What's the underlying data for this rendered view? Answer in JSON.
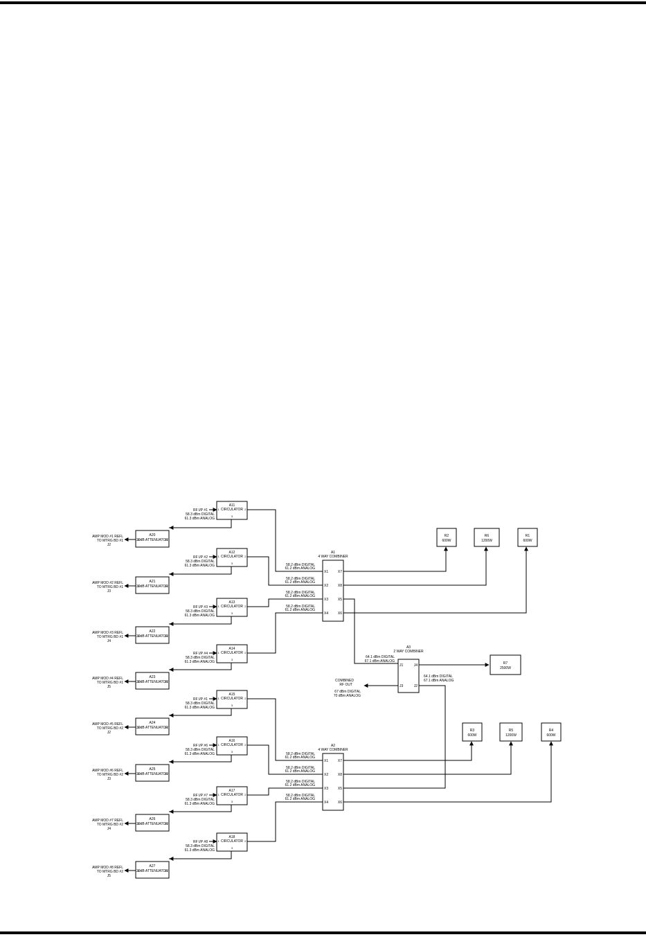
{
  "circulators": [
    {
      "ref": "A11",
      "name": "CIRCULATOR",
      "rf_label": "RF I/P #1",
      "digital": "58.3 dBm DIGITAL",
      "analog": "61.3 dBm ANALOG",
      "pin1": "1",
      "pin2": "2",
      "pin3": "3"
    },
    {
      "ref": "A12",
      "name": "CIRCULATOR",
      "rf_label": "RF I/P #2",
      "digital": "58.3 dBm DIGITAL",
      "analog": "61.3 dBm ANALOG",
      "pin1": "1",
      "pin2": "2",
      "pin3": "3"
    },
    {
      "ref": "A13",
      "name": "CIRCULATOR",
      "rf_label": "RF I/P #3",
      "digital": "58.3 dBm DIGITAL",
      "analog": "61.3 dBm ANALOG",
      "pin1": "1",
      "pin2": "2",
      "pin3": "3"
    },
    {
      "ref": "A14",
      "name": "CIRCULATOR",
      "rf_label": "RF I/P #4",
      "digital": "58.3 dBm DIGITAL",
      "analog": "61.3 dBm ANALOG",
      "pin1": "1",
      "pin2": "2",
      "pin3": "3"
    },
    {
      "ref": "A15",
      "name": "CIRCULATOR",
      "rf_label": "RF I/P #1",
      "digital": "58.3 dBm DIGITAL",
      "analog": "61.3 dBm ANALOG",
      "pin1": "1",
      "pin2": "2",
      "pin3": "3"
    },
    {
      "ref": "A16",
      "name": "CIRCULATOR",
      "rf_label": "RF I/P #6",
      "digital": "58.3 dBm DIGITAL",
      "analog": "61.3 dBm ANALOG",
      "pin1": "1",
      "pin2": "2",
      "pin3": "3"
    },
    {
      "ref": "A17",
      "name": "CIRCULATOR",
      "rf_label": "RF I/P #7",
      "digital": "58.3 dBm DIGITAL",
      "analog": "61.3 dBm ANALOG",
      "pin1": "1",
      "pin2": "2",
      "pin3": "3"
    },
    {
      "ref": "A18",
      "name": "CIRCULATOR",
      "rf_label": "RF I/P #8",
      "digital": "58.3 dBm DIGITAL",
      "analog": "61.3 dBm ANALOG",
      "pin1": "1",
      "pin2": "2",
      "pin3": "3"
    }
  ],
  "attenuators": [
    {
      "ref": "A20",
      "name": "30dB ATTENUATOR",
      "pin_in": "J2",
      "pin_out": "J1",
      "label1": "AMP MOD #1 REFL",
      "label2": "TO MTRG BD #1",
      "label3": "J2"
    },
    {
      "ref": "A21",
      "name": "30dB ATTENUATOR",
      "pin_in": "J2",
      "pin_out": "J1",
      "label1": "AMP MOD #2 REFL",
      "label2": "TO MTRG BD #1",
      "label3": "J3"
    },
    {
      "ref": "A22",
      "name": "30dB ATTENUATOR",
      "pin_in": "J2",
      "pin_out": "J1",
      "label1": "AMP MOD #3 REFL",
      "label2": "TO MTRG BD #1",
      "label3": "J4"
    },
    {
      "ref": "A23",
      "name": "30dB ATTENUATOR",
      "pin_in": "J2",
      "pin_out": "J1",
      "label1": "AMP MOD #4 REFL",
      "label2": "TO MTRG BD #1",
      "label3": "J5"
    },
    {
      "ref": "A24",
      "name": "30dB ATTENUATOR",
      "pin_in": "J2",
      "pin_out": "J1",
      "label1": "AMP MOD #5 REFL",
      "label2": "TO MTRG BD #2",
      "label3": "J2"
    },
    {
      "ref": "A25",
      "name": "30dB ATTENUATOR",
      "pin_in": "J2",
      "pin_out": "J1",
      "label1": "AMP MOD #6 REFL",
      "label2": "TO MTRG BD #2",
      "label3": "J3"
    },
    {
      "ref": "A26",
      "name": "30dB ATTENUATOR",
      "pin_in": "J2",
      "pin_out": "J1",
      "label1": "AMP MOD #7 REFL",
      "label2": "TO MTRG BD #2",
      "label3": "J4"
    },
    {
      "ref": "A27",
      "name": "30dB ATTENUATOR",
      "pin_in": "J2",
      "pin_out": "J1",
      "label1": "AMP MOD #8 REFL",
      "label2": "TO MTRG BD #2",
      "label3": "J5"
    }
  ],
  "combiners4": [
    {
      "ref": "A1",
      "name": "4 WAY COMBINER",
      "inputs": [
        "X1",
        "X2",
        "X3",
        "X4"
      ],
      "outputs": [
        "X7",
        "X8",
        "X5",
        "X6"
      ]
    },
    {
      "ref": "A2",
      "name": "4 WAY COMBINER",
      "inputs": [
        "X1",
        "X2",
        "X3",
        "X4"
      ],
      "outputs": [
        "X7",
        "X8",
        "X5",
        "X6"
      ]
    }
  ],
  "combiner_input_level": {
    "digital": "58.2 dBm DIGITAL",
    "analog": "61.2 dBm ANALOG"
  },
  "combiner2": {
    "ref": "A3",
    "name": "2 WAY COMBINER",
    "pins": [
      "J1",
      "J4",
      "J3",
      "J2"
    ],
    "j1_digital": "64.1 dBm DIGITAL",
    "j1_analog": "67.1 dBm ANALOG",
    "j2_digital": "64.1 dBm DIGITAL",
    "j2_analog": "67.1 dBm ANALOG"
  },
  "combined_out": {
    "line1": "COMBINED",
    "line2": "RF OUT",
    "digital": "67 dBm DIGITAL",
    "analog": "70 dBm ANALOG"
  },
  "loads": [
    {
      "ref": "R2",
      "value": "600W"
    },
    {
      "ref": "R6",
      "value": "1200W"
    },
    {
      "ref": "R1",
      "value": "600W"
    },
    {
      "ref": "R7",
      "value": "2500W"
    },
    {
      "ref": "R3",
      "value": "600W"
    },
    {
      "ref": "R5",
      "value": "1200W"
    },
    {
      "ref": "R4",
      "value": "600W"
    }
  ]
}
